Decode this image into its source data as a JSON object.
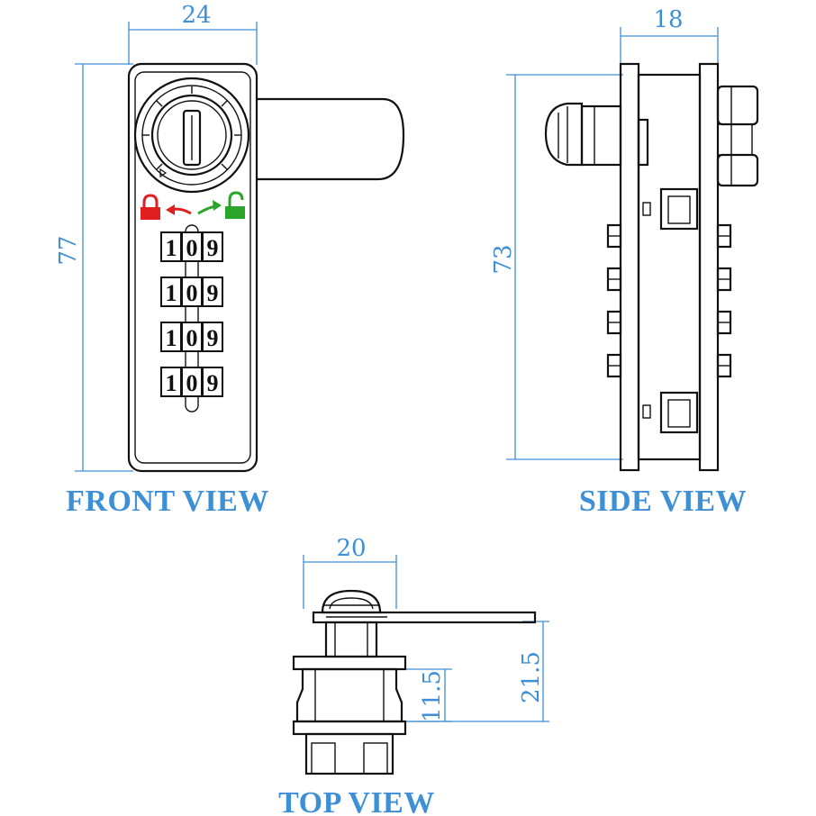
{
  "colors": {
    "accent": "#3d8fd6",
    "line": "#111111",
    "locked": "#e02020",
    "unlocked": "#2aa52a"
  },
  "front_view": {
    "label": "FRONT VIEW",
    "width_dim": "24",
    "height_dim": "77",
    "dials": [
      {
        "digits": [
          "1",
          "0",
          "9"
        ]
      },
      {
        "digits": [
          "1",
          "0",
          "9"
        ]
      },
      {
        "digits": [
          "1",
          "0",
          "9"
        ]
      },
      {
        "digits": [
          "1",
          "0",
          "9"
        ]
      }
    ],
    "icons": [
      "locked-padlock-icon",
      "left-arrow-icon",
      "right-arrow-icon",
      "unlocked-padlock-icon"
    ]
  },
  "side_view": {
    "label": "SIDE VIEW",
    "width_dim": "18",
    "height_dim": "73"
  },
  "top_view": {
    "label": "TOP VIEW",
    "width_dim": "20",
    "inner_dim": "11.5",
    "outer_dim": "21.5"
  }
}
